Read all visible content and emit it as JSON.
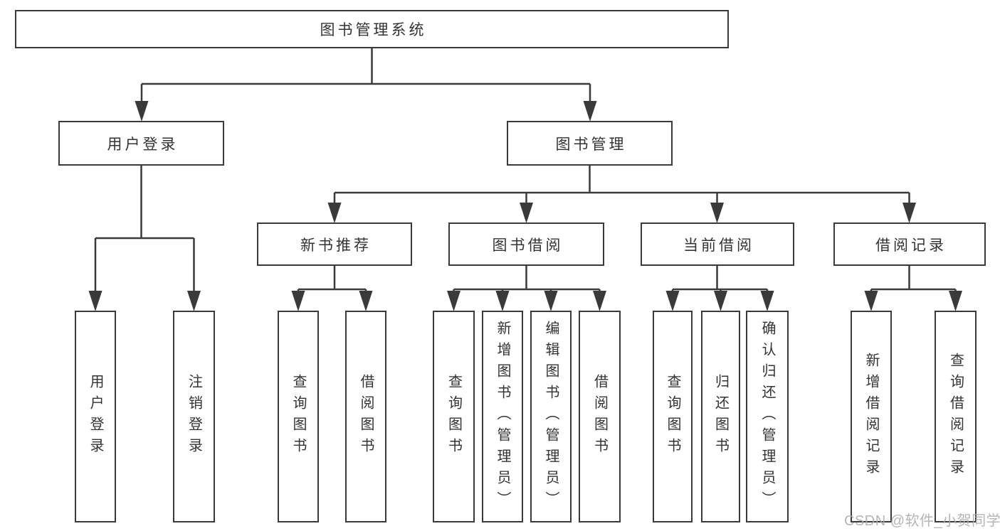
{
  "colors": {
    "line": "#3a3a3a",
    "box_border": "#3a3a3a",
    "box_fill": "#ffffff",
    "text": "#333333",
    "watermark": "#ababab",
    "background": "#ffffff"
  },
  "watermark": {
    "text": "CSDN @软件_小贺同学"
  },
  "tree": {
    "root": {
      "label": "图书管理系统"
    },
    "branches": [
      {
        "label": "用户登录",
        "children": [
          {
            "label": "用户登录"
          },
          {
            "label": "注销登录"
          }
        ]
      },
      {
        "label": "图书管理",
        "children": [
          {
            "label": "新书推荐",
            "children": [
              {
                "label": "查询图书"
              },
              {
                "label": "借阅图书"
              }
            ]
          },
          {
            "label": "图书借阅",
            "children": [
              {
                "label": "查询图书"
              },
              {
                "label": "新增图书（管理员）"
              },
              {
                "label": "编辑图书（管理员）"
              },
              {
                "label": "借阅图书"
              }
            ]
          },
          {
            "label": "当前借阅",
            "children": [
              {
                "label": "查询图书"
              },
              {
                "label": "归还图书"
              },
              {
                "label": "确认归还（管理员）"
              }
            ]
          },
          {
            "label": "借阅记录",
            "children": [
              {
                "label": "新增借阅记录"
              },
              {
                "label": "查询借阅记录"
              }
            ]
          }
        ]
      }
    ]
  }
}
